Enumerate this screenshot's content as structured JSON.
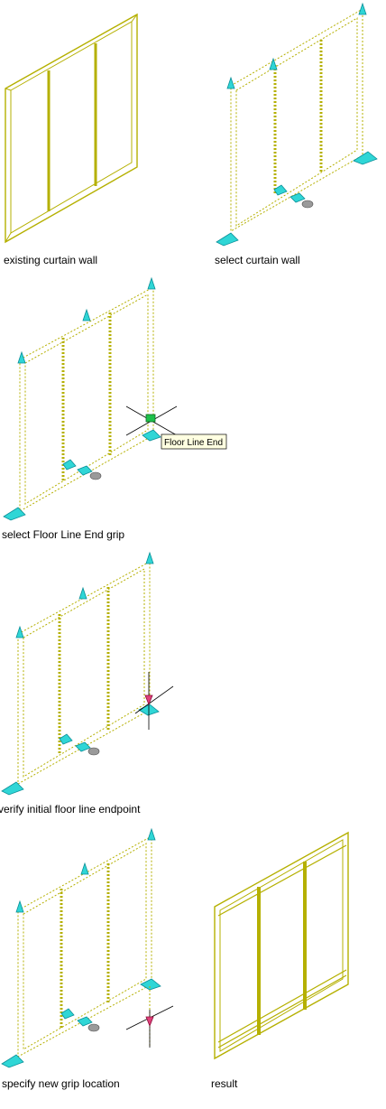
{
  "captions": {
    "step1": "existing curtain wall",
    "step2": "select curtain wall",
    "step3": "select Floor Line End grip",
    "step4": "verify initial floor line endpoint",
    "step5": "specify new grip location",
    "step6": "result"
  },
  "tooltip": "Floor Line End",
  "colors": {
    "wall": "#b5b000",
    "grip": "#2fd6d6",
    "hot_grip": "#1ec04a",
    "pick_point": "#e0407a"
  }
}
